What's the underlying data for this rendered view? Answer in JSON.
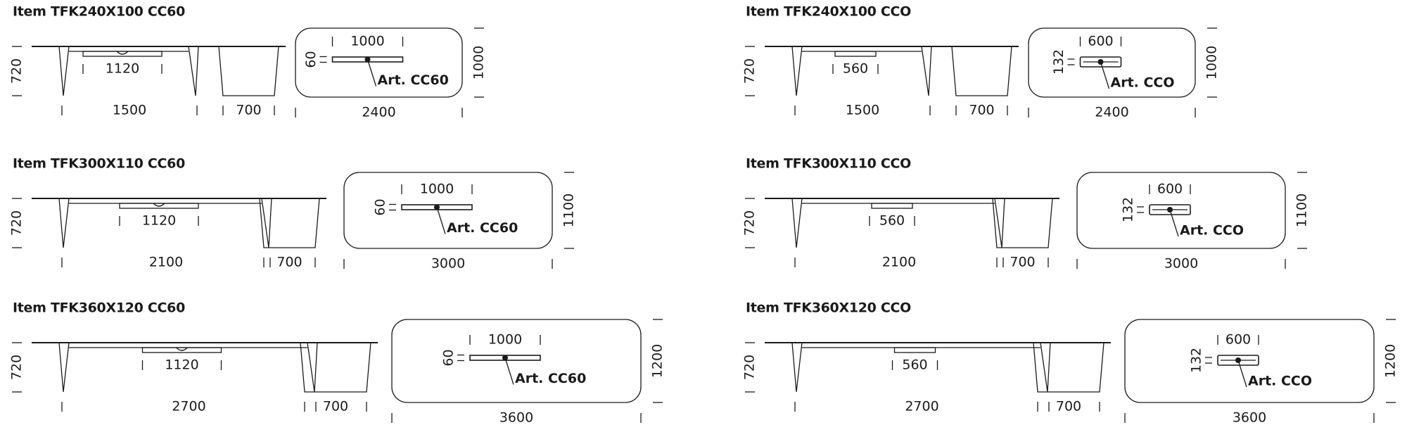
{
  "colors": {
    "line": "#1a1a1a",
    "background": "#ffffff"
  },
  "items": [
    {
      "title": "Item TFK240X100 CC60",
      "height": "720",
      "length": "1500",
      "top_depth": "700",
      "top_length": "2400",
      "width": "1000",
      "inner_beam": "1120",
      "cutout_length": "1000",
      "cutout_depth": "60",
      "article": "Art. CC60",
      "variant": "CC60"
    },
    {
      "title": "Item TFK300X110 CC60",
      "height": "720",
      "length": "2100",
      "top_depth": "700",
      "top_length": "3000",
      "width": "1100",
      "inner_beam": "1120",
      "cutout_length": "1000",
      "cutout_depth": "60",
      "article": "Art. CC60",
      "variant": "CC60"
    },
    {
      "title": "Item TFK360X120 CC60",
      "height": "720",
      "length": "2700",
      "top_depth": "700",
      "top_length": "3600",
      "width": "1200",
      "inner_beam": "1120",
      "cutout_length": "1000",
      "cutout_depth": "60",
      "article": "Art. CC60",
      "variant": "CC60"
    },
    {
      "title": "Item TFK240X100 CCO",
      "height": "720",
      "length": "1500",
      "top_depth": "700",
      "top_length": "2400",
      "width": "1000",
      "inner_beam": "560",
      "cutout_length": "600",
      "cutout_depth": "132",
      "article": "Art. CCO",
      "variant": "CCO"
    },
    {
      "title": "Item TFK300X110 CCO",
      "height": "720",
      "length": "2100",
      "top_depth": "700",
      "top_length": "3000",
      "width": "1100",
      "inner_beam": "560",
      "cutout_length": "600",
      "cutout_depth": "132",
      "article": "Art. CCO",
      "variant": "CCO"
    },
    {
      "title": "Item TFK360X120 CCO",
      "height": "720",
      "length": "2700",
      "top_depth": "700",
      "top_length": "3600",
      "width": "1200",
      "inner_beam": "560",
      "cutout_length": "600",
      "cutout_depth": "132",
      "article": "Art. CCO",
      "variant": "CCO"
    }
  ]
}
